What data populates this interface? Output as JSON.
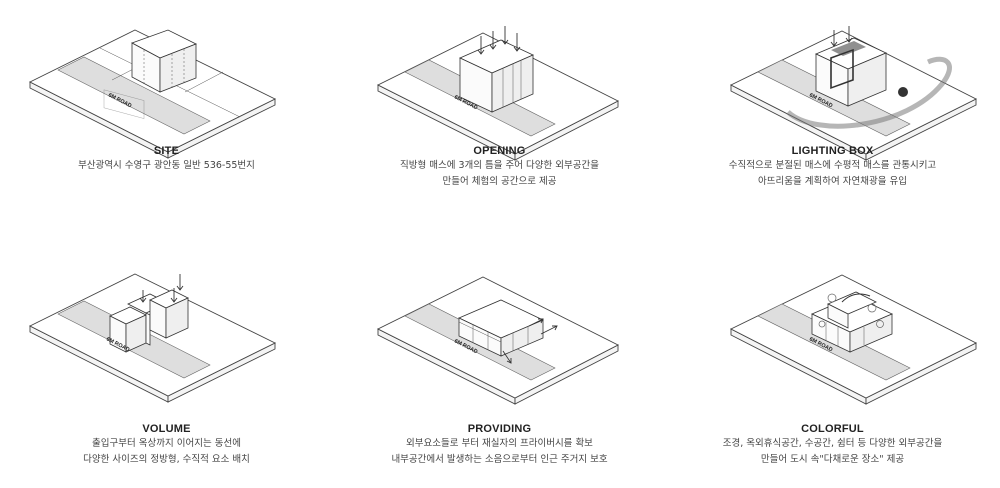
{
  "road_label": "6M ROAD",
  "panels": [
    {
      "title": "SITE",
      "lines": [
        "부산광역시 수영구 광안동 일반 536-55번지"
      ]
    },
    {
      "title": "OPENING",
      "lines": [
        "직방형 매스에 3개의 틈을 주어 다양한 외부공간을",
        "만들어 체험의 공간으로 제공"
      ]
    },
    {
      "title": "LIGHTING BOX",
      "lines": [
        "수직적으로 분절된 매스에 수평적 매스를 관통시키고",
        "아뜨리움을 계획하여 자연채광을 유입"
      ]
    },
    {
      "title": "VOLUME",
      "lines": [
        "출입구부터 옥상까지 이어지는 동선에",
        "다양한 사이즈의 정방형, 수직적 요소 배치"
      ]
    },
    {
      "title": "PROVIDING",
      "lines": [
        "외부요소들로 부터 재실자의 프라이버시를 확보",
        "내부공간에서 발생하는 소음으로부터 인근 주거지 보호"
      ]
    },
    {
      "title": "COLORFUL",
      "lines": [
        "조경, 옥외휴식공간, 수공간, 쉼터 등 다양한 외부공간을",
        "만들어 도시 속\"다채로운 장소\" 제공"
      ]
    }
  ]
}
